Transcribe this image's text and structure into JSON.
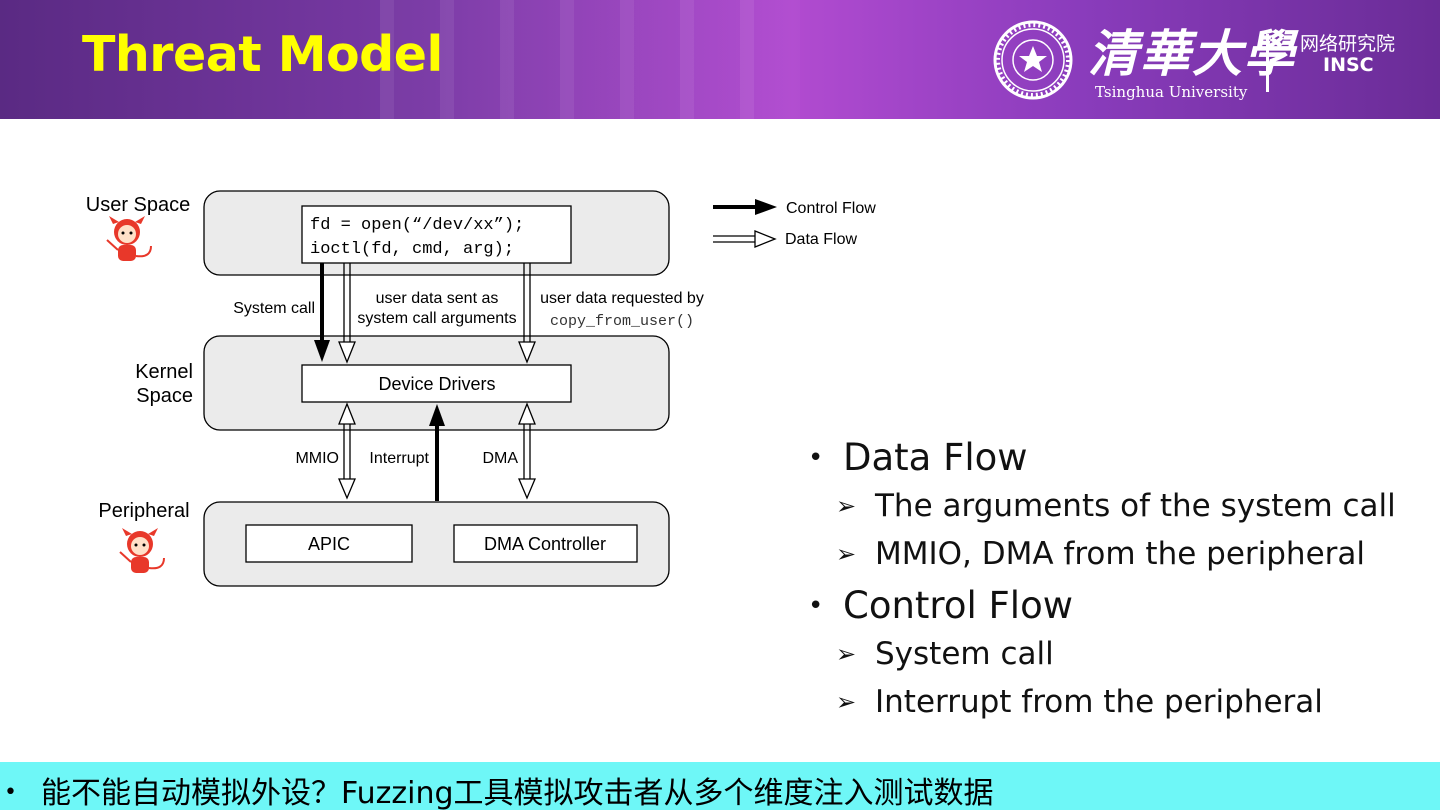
{
  "header": {
    "title": "Threat Model",
    "logo_cn": "清華大學",
    "logo_en": "Tsinghua University",
    "institute_cn": "网络研究院",
    "institute_en": "INSC"
  },
  "diagram": {
    "user_space": "User Space",
    "kernel_space_line1": "Kernel",
    "kernel_space_line2": "Space",
    "peripheral": "Peripheral",
    "code_line1": "fd = open(“/dev/xx”);",
    "code_line2": "ioctl(fd, cmd, arg);",
    "system_call": "System call",
    "user_data_args_line1": "user data sent as",
    "user_data_args_line2": "system call arguments",
    "user_data_req_line1": "user data requested by",
    "user_data_req_line2": "copy_from_user()",
    "device_drivers": "Device Drivers",
    "mmio": "MMIO",
    "interrupt": "Interrupt",
    "dma": "DMA",
    "apic": "APIC",
    "dma_controller": "DMA Controller",
    "legend_control": "Control Flow",
    "legend_data": "Data Flow"
  },
  "bullets": {
    "data_flow": "Data Flow",
    "data_flow_items": [
      "The arguments of the system call",
      "MMIO, DMA from the peripheral"
    ],
    "control_flow": "Control Flow",
    "control_flow_items": [
      "System call",
      "Interrupt from the peripheral"
    ]
  },
  "footer": {
    "text": "能不能自动模拟外设？Fuzzing工具模拟攻击者从多个维度注入测试数据"
  },
  "colors": {
    "title": "#ffff00",
    "footer_bg": "#6ef7f7",
    "header_bg": "#7a3aa6",
    "devil": "#e8382a"
  }
}
